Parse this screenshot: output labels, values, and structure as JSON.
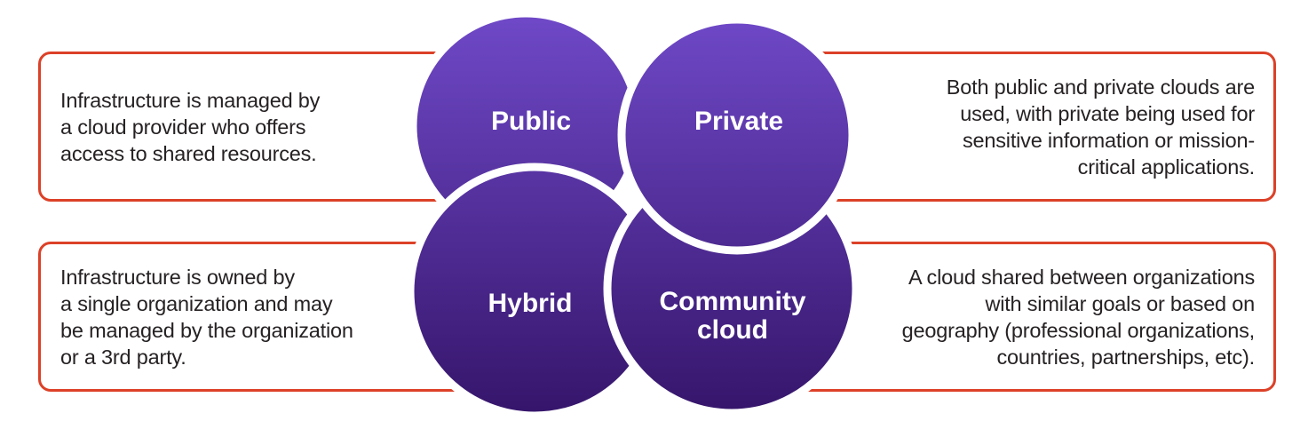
{
  "colors": {
    "card_border": "#dc4128",
    "description_text": "#262223",
    "circle_gradient_top": "#6f49c8",
    "circle_gradient_bottom": "#331367",
    "circle_label_text": "#ffffff"
  },
  "circles": [
    {
      "label": "Public"
    },
    {
      "label": "Private"
    },
    {
      "label": "Hybrid"
    },
    {
      "label": "Community cloud",
      "label_lines": [
        "Community",
        "cloud"
      ]
    }
  ],
  "descriptions": {
    "public": {
      "lines": [
        "Infrastructure is managed by",
        "a cloud provider who offers",
        "access to shared resources."
      ]
    },
    "private": {
      "lines": [
        "Both public and private clouds are",
        "used, with private being used for",
        "sensitive information or mission-",
        "critical applications."
      ]
    },
    "hybrid": {
      "lines": [
        "Infrastructure is owned by",
        "a single organization and may",
        "be managed by the organization",
        "or a 3rd party."
      ]
    },
    "community": {
      "lines": [
        "A cloud shared between organizations",
        "with similar goals or based on",
        "geography (professional organizations,",
        "countries, partnerships, etc)."
      ]
    }
  }
}
